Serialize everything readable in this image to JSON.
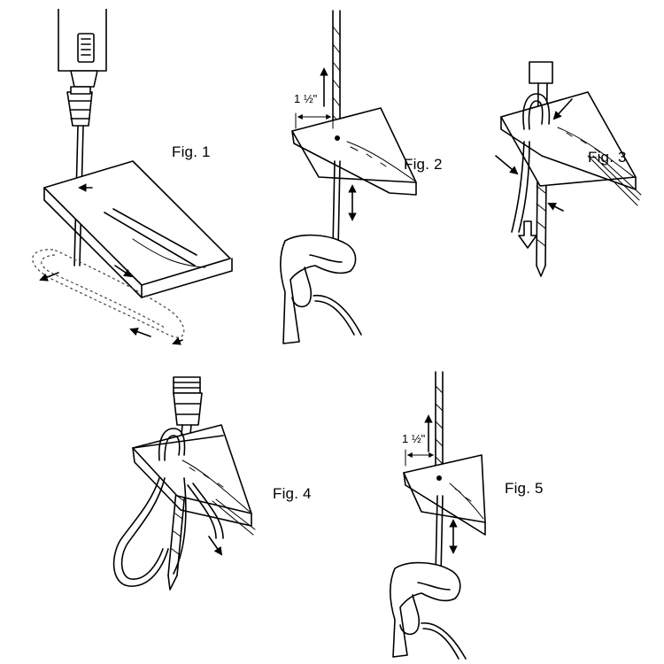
{
  "figures": [
    {
      "id": "fig1",
      "label": "Fig. 1"
    },
    {
      "id": "fig2",
      "label": "Fig. 2",
      "dimension": "1 ½\""
    },
    {
      "id": "fig3",
      "label": "Fig. 3"
    },
    {
      "id": "fig4",
      "label": "Fig. 4"
    },
    {
      "id": "fig5",
      "label": "Fig. 5",
      "dimension": "1 ½\""
    }
  ],
  "colors": {
    "ink": "#000000",
    "paper": "#ffffff"
  }
}
